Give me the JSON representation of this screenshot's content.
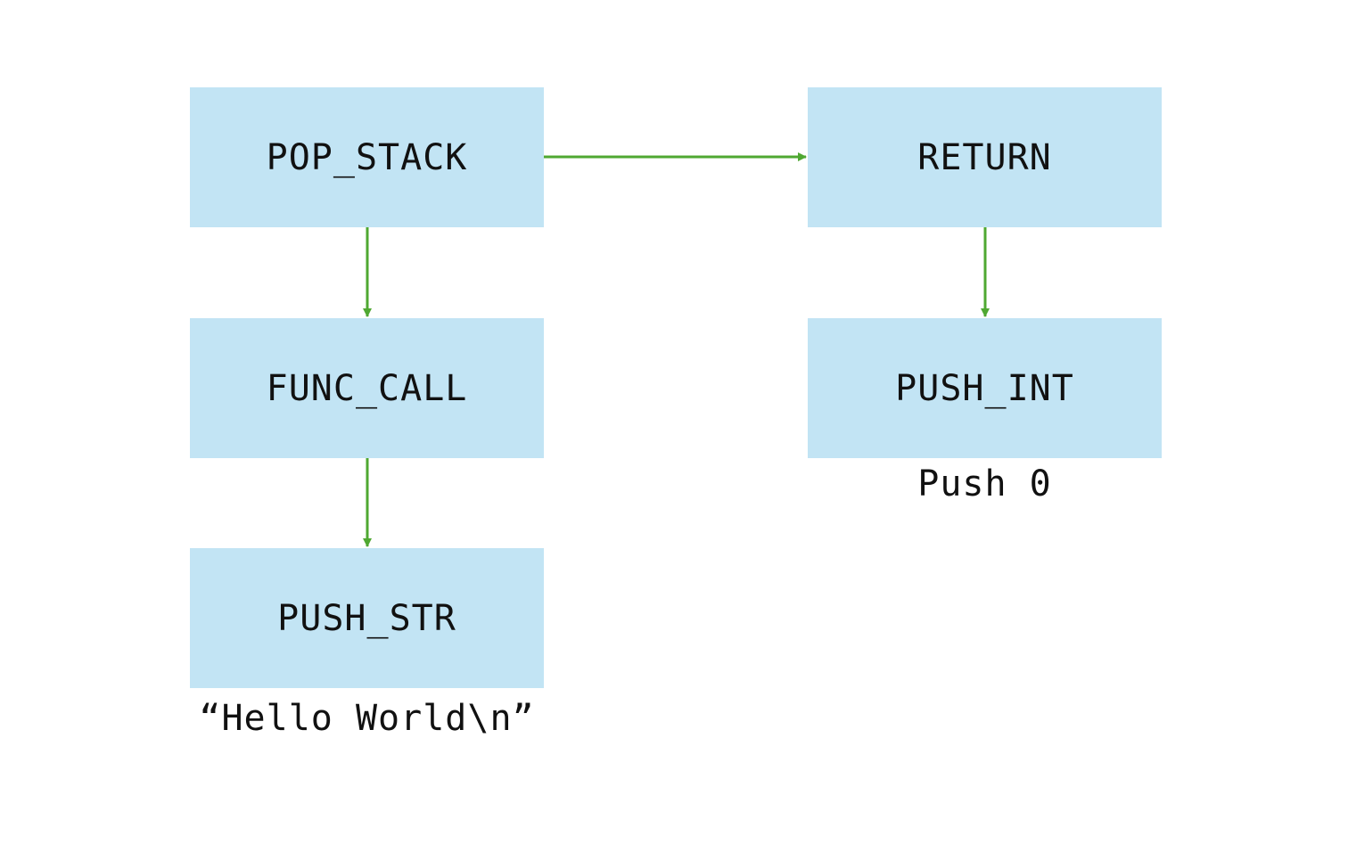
{
  "colors": {
    "node_fill": "#c2e4f4",
    "edge": "#4fa832",
    "text": "#111111",
    "background": "#ffffff"
  },
  "nodes": {
    "pop_stack": "POP_STACK",
    "func_call": "FUNC_CALL",
    "push_str": "PUSH_STR",
    "return": "RETURN",
    "push_int": "PUSH_INT"
  },
  "captions": {
    "push_str": "“Hello World\\n”",
    "push_int": "Push 0"
  },
  "edges": [
    {
      "from": "POP_STACK",
      "to": "RETURN"
    },
    {
      "from": "POP_STACK",
      "to": "FUNC_CALL"
    },
    {
      "from": "FUNC_CALL",
      "to": "PUSH_STR"
    },
    {
      "from": "RETURN",
      "to": "PUSH_INT"
    }
  ]
}
